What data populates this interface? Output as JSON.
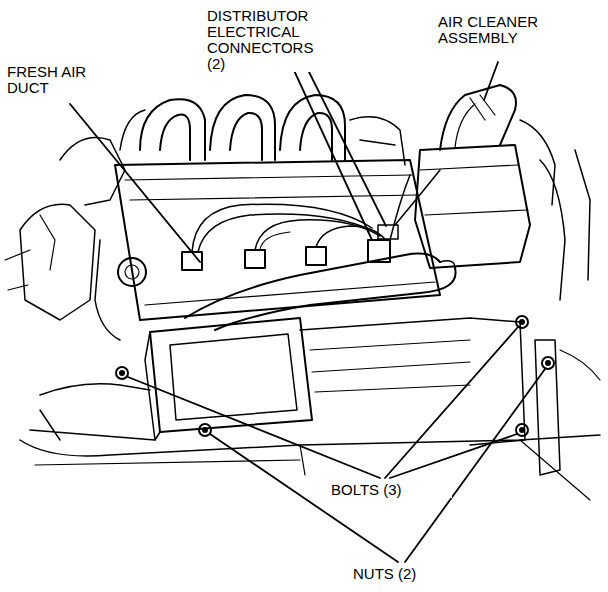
{
  "diagram": {
    "labels": [
      "FRESH AIR DUCT",
      "DISTRIBUTOR ELECTRICAL CONNECTORS (2)",
      "AIR CLEANER ASSEMBLY",
      "BOLTS (3)",
      "NUTS (2)"
    ]
  }
}
